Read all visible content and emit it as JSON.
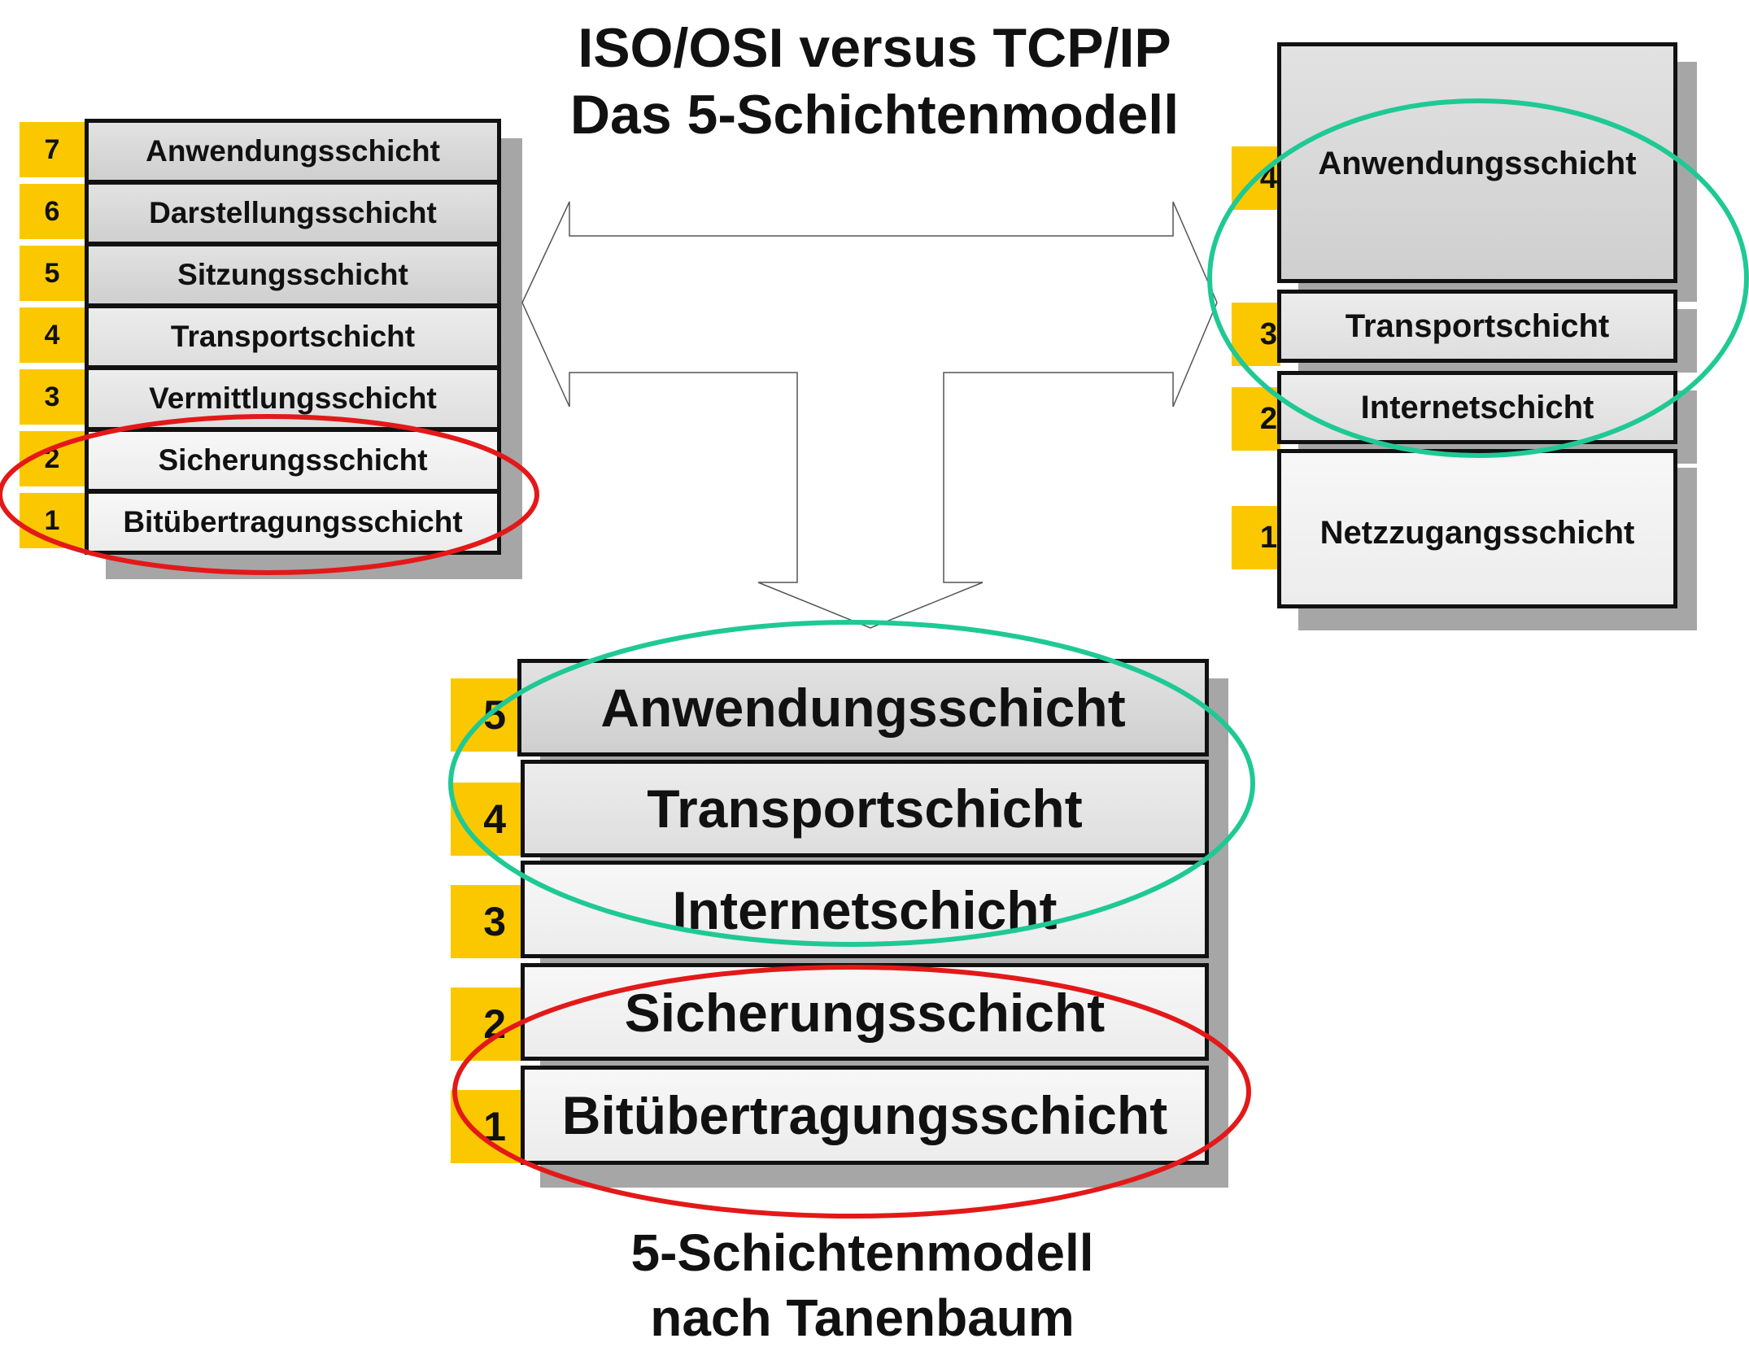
{
  "title": {
    "line1": "ISO/OSI versus TCP/IP",
    "line2": "Das 5-Schichtenmodell"
  },
  "osi_model": {
    "layers": [
      {
        "number": "7",
        "name": "Anwendungsschicht"
      },
      {
        "number": "6",
        "name": "Darstellungsschicht"
      },
      {
        "number": "5",
        "name": "Sitzungsschicht"
      },
      {
        "number": "4",
        "name": "Transportschicht"
      },
      {
        "number": "3",
        "name": "Vermittlungsschicht"
      },
      {
        "number": "2",
        "name": "Sicherungsschicht"
      },
      {
        "number": "1",
        "name": "Bitübertragungsschicht"
      }
    ]
  },
  "tcpip_model": {
    "layers": [
      {
        "number": "4",
        "name": "Anwendungsschicht"
      },
      {
        "number": "3",
        "name": "Transportschicht"
      },
      {
        "number": "2",
        "name": "Internetschicht"
      },
      {
        "number": "1",
        "name": "Netzzugangsschicht"
      }
    ]
  },
  "tanenbaum_model": {
    "layers": [
      {
        "number": "5",
        "name": "Anwendungsschicht"
      },
      {
        "number": "4",
        "name": "Transportschicht"
      },
      {
        "number": "3",
        "name": "Internetschicht"
      },
      {
        "number": "2",
        "name": "Sicherungsschicht"
      },
      {
        "number": "1",
        "name": "Bitübertragungsschicht"
      }
    ],
    "caption_line1": "5-Schichtenmodell",
    "caption_line2": "nach Tanenbaum"
  },
  "colors": {
    "number_tab": "#fbc800",
    "highlight_red": "#e31919",
    "highlight_green": "#1fc994",
    "shadow": "#a6a6a6"
  }
}
